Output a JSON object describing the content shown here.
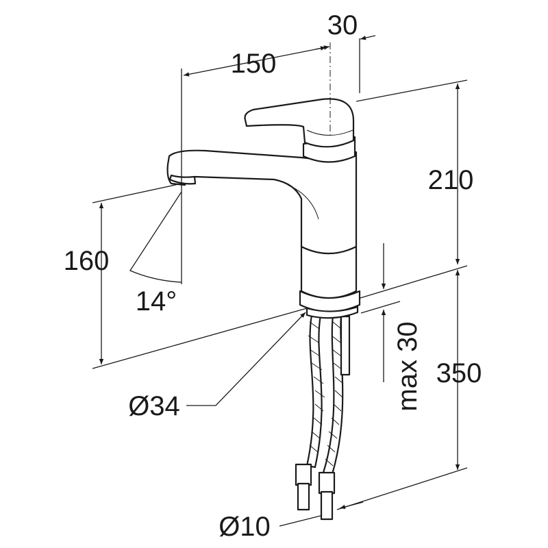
{
  "title": "Faucet dimension drawing",
  "dimensions": {
    "spout_reach": "150",
    "handle_offset": "30",
    "body_height": "210",
    "spout_height": "160",
    "spray_angle": "14°",
    "hose_length": "350",
    "max_deck_thickness": "max 30",
    "base_diameter": "Ø34",
    "hose_diameter": "Ø10"
  }
}
